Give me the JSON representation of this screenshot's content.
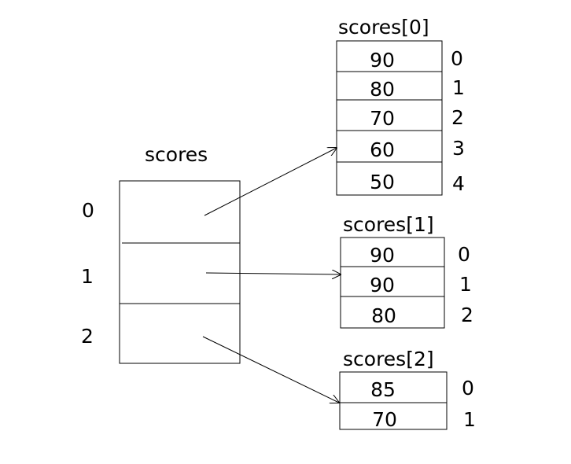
{
  "outer": {
    "label": "scores",
    "indices": [
      "0",
      "1",
      "2"
    ]
  },
  "inner_arrays": [
    {
      "label": "scores[0]",
      "values": [
        "90",
        "80",
        "70",
        "60",
        "50"
      ],
      "indices": [
        "0",
        "1",
        "2",
        "3",
        "4"
      ]
    },
    {
      "label": "scores[1]",
      "values": [
        "90",
        "90",
        "80"
      ],
      "indices": [
        "0",
        "1",
        "2"
      ]
    },
    {
      "label": "scores[2]",
      "values": [
        "85",
        "70"
      ],
      "indices": [
        "0",
        "1"
      ]
    }
  ],
  "colors": {
    "line": "#000000",
    "background": "#ffffff"
  }
}
